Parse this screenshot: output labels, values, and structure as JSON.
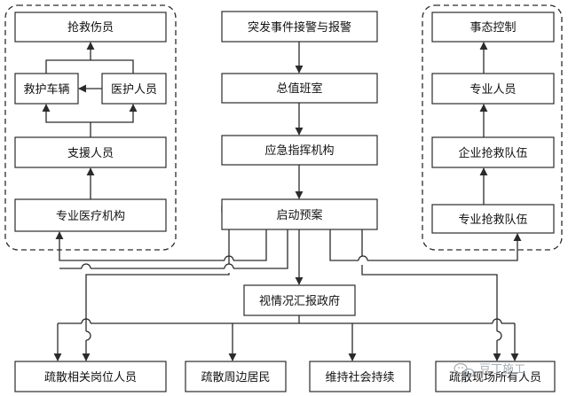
{
  "nodes": {
    "rescue_wounded": "抢救伤员",
    "ambulance": "救护车辆",
    "medical_staff": "医护人员",
    "support_staff": "支援人员",
    "medical_institution": "专业医疗机构",
    "incident_report": "突发事件接警与报警",
    "duty_room": "总值班室",
    "command_center": "应急指挥机构",
    "start_plan": "启动预案",
    "report_gov": "视情况汇报政府",
    "incident_control": "事态控制",
    "professionals": "专业人员",
    "enterprise_team": "企业抢救队伍",
    "professional_team": "专业抢救队伍",
    "evacuate_posts": "疏散相关岗位人员",
    "evacuate_residents": "疏散周边居民",
    "maintain_order": "维持社会持续",
    "evacuate_site": "疏散现场所有人员"
  },
  "watermark": "豆丁施工"
}
